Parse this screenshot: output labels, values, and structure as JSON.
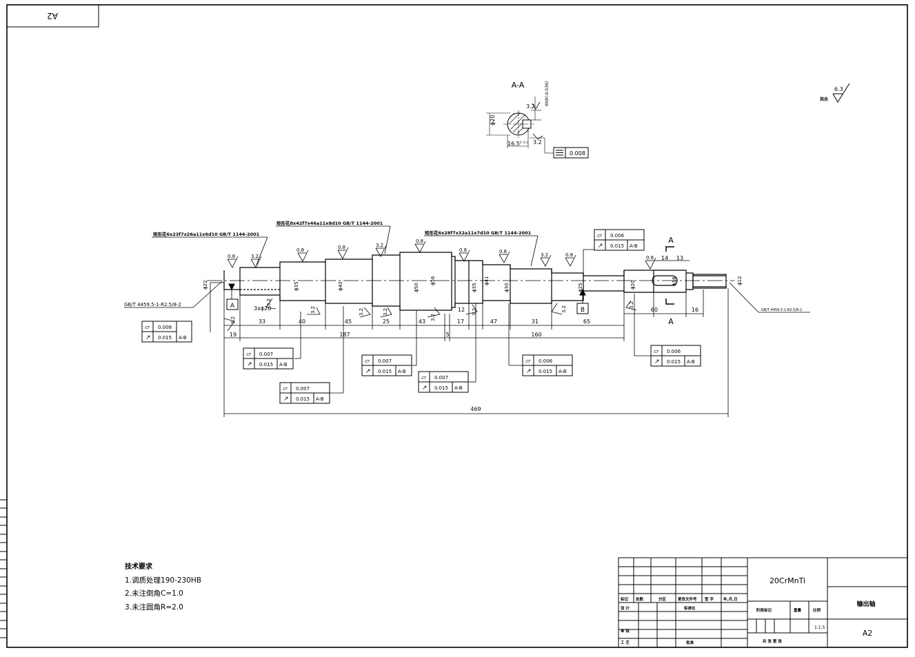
{
  "sheet": {
    "corner_tag": "A2"
  },
  "section": {
    "title": "A-A",
    "dim_dia": "ϕ20",
    "dim_width": "16.5",
    "dim_tol": "0 -0.1",
    "dim_key": "6N9(-0.036)",
    "roughness_top": "3.2",
    "roughness_side": "3.2",
    "fcf_value": "0.008"
  },
  "surface_default": {
    "label": "其余",
    "value": "6.3"
  },
  "callouts": {
    "spline1": "矩形花6x23f7x26a11x6d10 GB/T 1144-2001",
    "spline2": "矩形花8x42f7x46a11x8d10 GB/T 1144-2001",
    "spline3": "矩形花6x28f7x32a11x7d10 GB/T 1144-2001",
    "center_left": "GB/T 4459.5-1-R2.5/8-2",
    "center_right": "GB/T 4459.5-1-R2.5/8-2",
    "view_a_top": "A",
    "view_a_bottom": "A",
    "datum_a": "A",
    "datum_b": "B",
    "chamfer": "3xϕ20"
  },
  "roughness": [
    "0.8",
    "3.2",
    "0.8",
    "0.8",
    "3.2",
    "0.8",
    "0.8",
    "0.8",
    "3.2",
    "0.8",
    "0.8",
    "3.2",
    "3.2",
    "3.2",
    "3.2",
    "3.2",
    "3.2",
    "3.2",
    "3.2",
    "3.2"
  ],
  "diameters": [
    "ϕ22",
    "ϕ35",
    "ϕ40",
    "ϕ50",
    "ϕ56",
    "ϕ35",
    "ϕ41",
    "ϕ30",
    "ϕ25",
    "ϕ20",
    "ϕ18",
    "ϕ12"
  ],
  "dims": {
    "d19": "19",
    "d33": "33",
    "d40": "40",
    "d45": "45",
    "d25": "25",
    "d43": "43",
    "d5": "5",
    "d17": "17",
    "d12": "12",
    "d47": "47",
    "d31": "31",
    "d65": "65",
    "d60": "60",
    "d16": "16",
    "d14": "14",
    "d13": "13",
    "d187": "187",
    "d160": "160",
    "d469": "469"
  },
  "fcfs": [
    {
      "flat": "0.008",
      "runout": "0.015",
      "ref": "A-B"
    },
    {
      "flat": "0.007",
      "runout": "0.015",
      "ref": "A-B"
    },
    {
      "flat": "0.007",
      "runout": "0.015",
      "ref": "A-B"
    },
    {
      "flat": "0.007",
      "runout": "0.015",
      "ref": "A-B"
    },
    {
      "flat": "0.007",
      "runout": "0.015",
      "ref": "A-B"
    },
    {
      "flat": "0.006",
      "runout": "0.015",
      "ref": "A-B"
    },
    {
      "flat": "0.006",
      "runout": "0.015",
      "ref": "A-B"
    },
    {
      "flat": "0.006",
      "runout": "0.015",
      "ref": "A-B"
    }
  ],
  "notes": {
    "title": "技术要求",
    "items": [
      "1.调质处理190-230HB",
      "2.未注倒角C=1.0",
      "3.未注圆角R=2.0"
    ]
  },
  "title_block": {
    "material": "20CrMnTi",
    "part_name": "输出轴",
    "drawing_no": "A2",
    "scale": "1:1.5",
    "h_mark": "标记",
    "h_count": "处数",
    "h_zone": "分区",
    "h_docno": "更改文件号",
    "h_sign": "签 字",
    "h_date": "年,月,日",
    "h_design": "设 计",
    "h_std": "标准化",
    "h_stage": "阶段标记",
    "h_weight": "重量",
    "h_scale": "比例",
    "h_review": "审 核",
    "h_process": "工 艺",
    "h_approve": "批准",
    "h_sheets": "共    张   第    张"
  }
}
